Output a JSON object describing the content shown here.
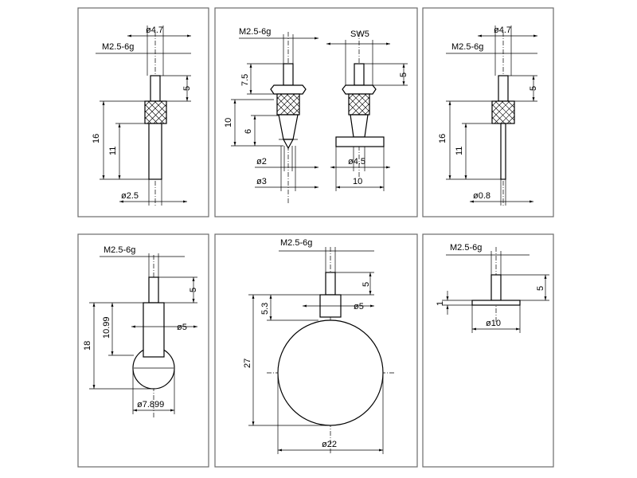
{
  "panels": [
    {
      "id": "p1",
      "labels": {
        "dia_top": "ø4.7",
        "thread": "M2.5-6g",
        "thread_len": "5",
        "total_len": "16",
        "shaft_len": "11",
        "shaft_dia": "ø2.5"
      }
    },
    {
      "id": "p2",
      "labels": {
        "thread": "M2.5-6g",
        "sw": "SW5",
        "len_a": "7.5",
        "thread_len": "5",
        "len_total": "10",
        "len_cone": "6",
        "tip_dia": "ø2",
        "cone_dia": "ø3",
        "foot_dia": "ø4.5",
        "foot_len": "10"
      }
    },
    {
      "id": "p3",
      "labels": {
        "dia_top": "ø4.7",
        "thread": "M2.5-6g",
        "thread_len": "5",
        "total_len": "16",
        "shaft_len": "11",
        "needle_dia": "ø0.8"
      }
    },
    {
      "id": "p4",
      "labels": {
        "thread": "M2.5-6g",
        "thread_len": "5",
        "total_len": "18",
        "ball_center": "10.99",
        "shank_dia": "ø5",
        "ball_dia": "ø7.899"
      }
    },
    {
      "id": "p5",
      "labels": {
        "thread": "M2.5-6g",
        "thread_len": "5",
        "collar_len": "5.3",
        "collar_dia": "ø5",
        "total_len": "27",
        "disc_dia": "ø22"
      }
    },
    {
      "id": "p6",
      "labels": {
        "thread": "M2.5-6g",
        "thread_len": "5",
        "plate_thk": "1",
        "plate_dia": "ø10"
      }
    }
  ]
}
